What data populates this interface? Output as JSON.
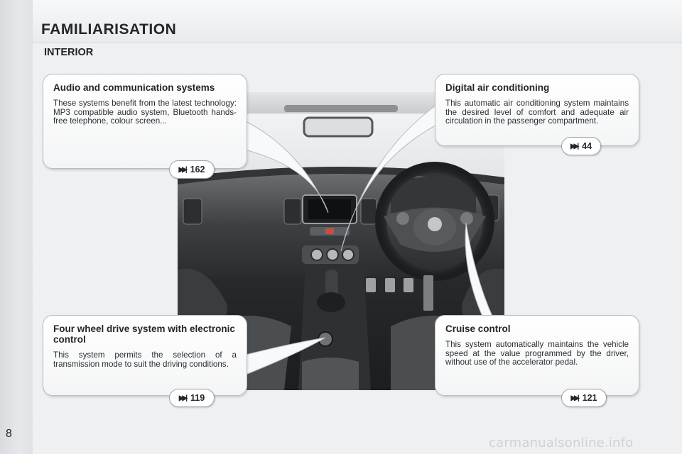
{
  "header": {
    "title": "FAMILIARISATION",
    "section": "INTERIOR"
  },
  "callouts": {
    "audio": {
      "title": "Audio and communication systems",
      "text": "These systems benefit from the latest technology: MP3 compatible audio system, Bluetooth hands-free telephone, colour screen...",
      "page_ref": "162"
    },
    "air": {
      "title": "Digital air conditioning",
      "text": "This automatic air conditioning system maintains the desired level of comfort and adequate air circulation in the passenger compartment.",
      "page_ref": "44"
    },
    "four_wd": {
      "title": "Four wheel drive system with electronic control",
      "text": "This system permits the selection of a transmission mode to suit the driving conditions.",
      "page_ref": "119"
    },
    "cruise": {
      "title": "Cruise control",
      "text": "This system automatically maintains the vehicle speed at the value programmed by the driver, without use of the accelerator pedal.",
      "page_ref": "121"
    }
  },
  "icons": {
    "page_ref": "fast-forward-icon"
  },
  "footer": {
    "page_number": "8",
    "watermark": "carmanualsonline.info"
  }
}
